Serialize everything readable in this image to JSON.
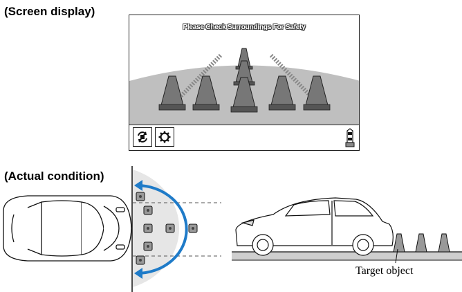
{
  "labels": {
    "screen_display": "(Screen display)",
    "actual_condition": "(Actual condition)",
    "target_object": "Target object"
  },
  "screen": {
    "message": "Please Check Surroundings For Safety"
  },
  "icons": {
    "view_switch": "view-switch-icon",
    "settings": "gear-icon",
    "vehicle_status": "car-top-view-icon"
  }
}
